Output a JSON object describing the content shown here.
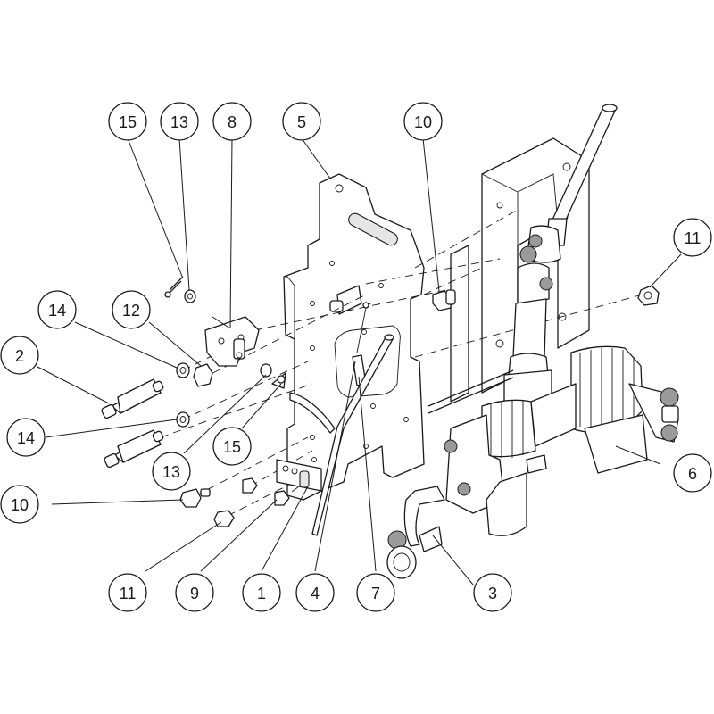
{
  "callouts": [
    {
      "label": "15"
    },
    {
      "label": "13"
    },
    {
      "label": "8"
    },
    {
      "label": "5"
    },
    {
      "label": "10"
    },
    {
      "label": "11"
    },
    {
      "label": "14"
    },
    {
      "label": "12"
    },
    {
      "label": "2"
    },
    {
      "label": "14"
    },
    {
      "label": "13"
    },
    {
      "label": "15"
    },
    {
      "label": "6"
    },
    {
      "label": "10"
    },
    {
      "label": "11"
    },
    {
      "label": "9"
    },
    {
      "label": "1"
    },
    {
      "label": "4"
    },
    {
      "label": "7"
    },
    {
      "label": "3"
    }
  ]
}
